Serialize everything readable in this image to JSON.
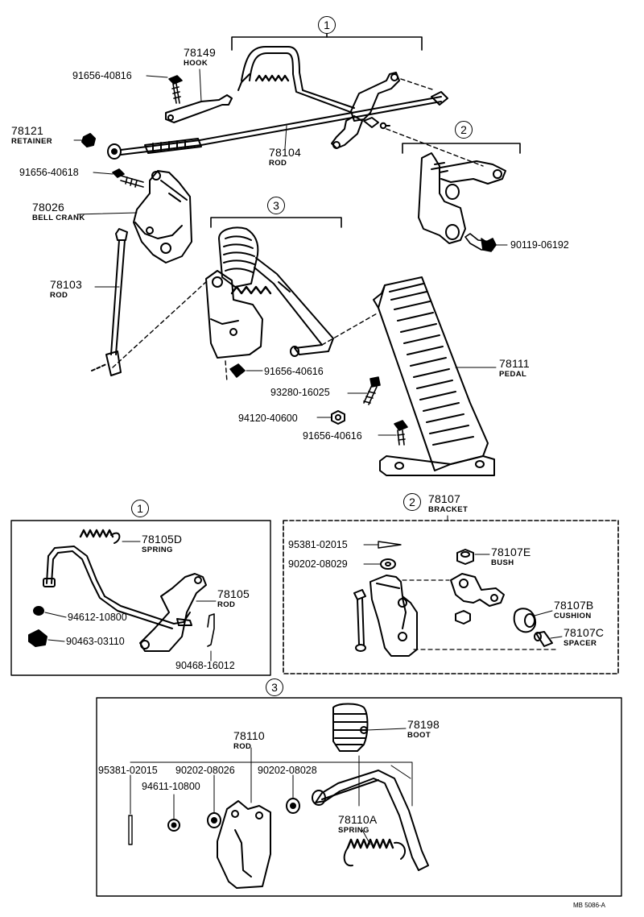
{
  "diagram_code": "MB 5086-A",
  "group_markers": [
    "1",
    "2",
    "3"
  ],
  "main_labels": {
    "hook_num": "78149",
    "hook_name": "HOOK",
    "bolt_a": "91656-40816",
    "retainer_num": "78121",
    "retainer_name": "RETAINER",
    "rod_num": "78104",
    "rod_name": "ROD",
    "bolt_b": "91656-40618",
    "bellcrank_num": "78026",
    "bellcrank_name": "BELL CRANK",
    "bolt_c": "90119-06192",
    "rod2_num": "78103",
    "rod2_name": "ROD",
    "pedal_num": "78111",
    "pedal_name": "PEDAL",
    "bolt_d": "91656-40616",
    "bolt_e": "93280-16025",
    "nut_a": "94120-40600",
    "bolt_f": "91656-40616"
  },
  "box1": {
    "spring_num": "78105D",
    "spring_name": "SPRING",
    "rod_num": "78105",
    "rod_name": "ROD",
    "washer": "94612-10800",
    "clip": "90463-03110",
    "pin": "90468-16012"
  },
  "box2": {
    "title_num": "78107",
    "title_name": "BRACKET",
    "cotter": "95381-02015",
    "washer": "90202-08029",
    "bush_num": "78107E",
    "bush_name": "BUSH",
    "cushion_num": "78107B",
    "cushion_name": "CUSHION",
    "spacer_num": "78107C",
    "spacer_name": "SPACER"
  },
  "box3": {
    "boot_num": "78198",
    "boot_name": "BOOT",
    "rod_num": "78110",
    "rod_name": "ROD",
    "cotter": "95381-02015",
    "washer_a": "90202-08026",
    "washer_b": "90202-08028",
    "washer_c": "94611-10800",
    "spring_num": "78110A",
    "spring_name": "SPRING"
  }
}
